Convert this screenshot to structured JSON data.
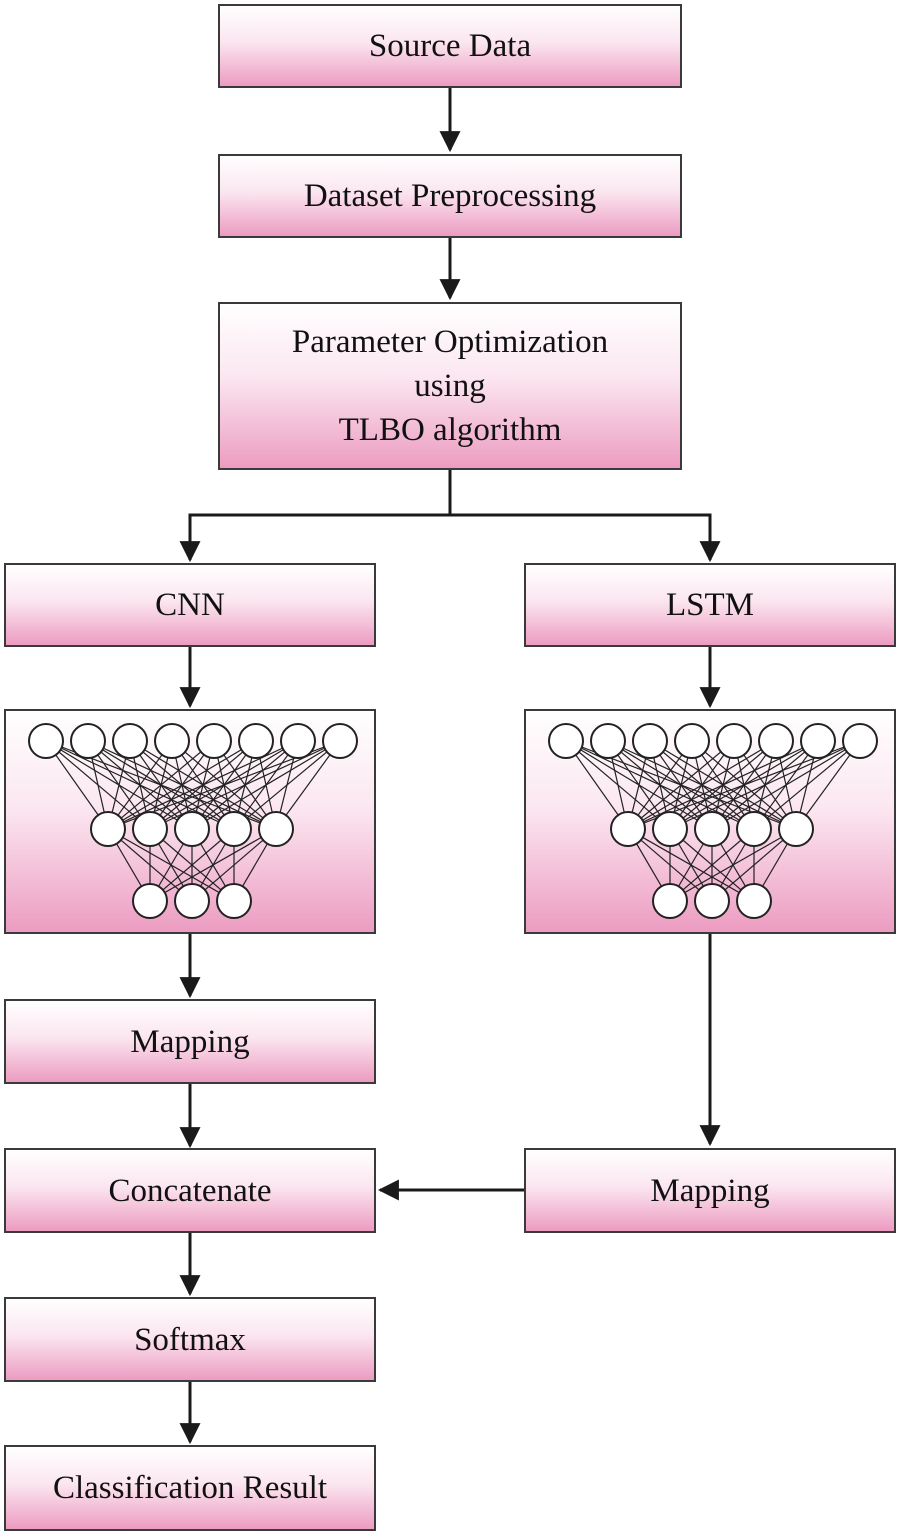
{
  "source_data": "Source Data",
  "preprocessing": "Dataset Preprocessing",
  "optimization": {
    "line1": "Parameter Optimization",
    "line2": "using",
    "line3": "TLBO algorithm"
  },
  "cnn": "CNN",
  "lstm": "LSTM",
  "cnn_mapping": "Mapping",
  "lstm_mapping": "Mapping",
  "concatenate": "Concatenate",
  "softmax": "Softmax",
  "classification": "Classification Result",
  "network": {
    "layer_sizes": [
      8,
      5,
      3
    ]
  },
  "colors": {
    "box_top": "#ffffff",
    "box_bottom": "#ec9cc1",
    "stroke": "#3a3a3a",
    "arrow": "#1a1a1a"
  }
}
